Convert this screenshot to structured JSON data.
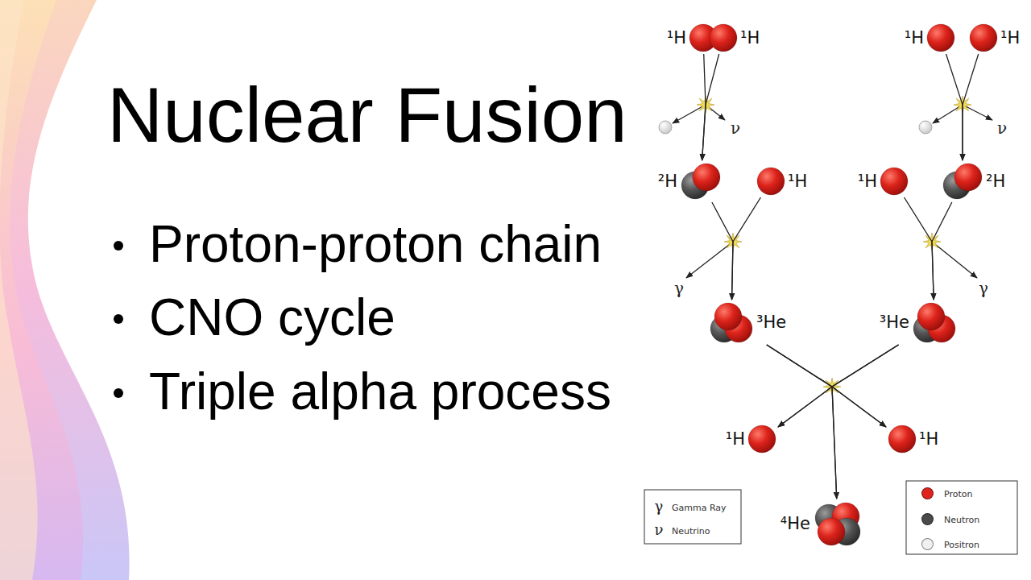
{
  "diagram": {
    "title": "Nuclear Fusion",
    "nodes": [
      {
        "text": [
          "¹H"
        ]
      },
      {
        "text": [
          "¹H"
        ]
      },
      {
        "text": [
          "¹H"
        ]
      },
      {
        "text": [
          "¹H"
        ]
      },
      {
        "text": [
          "²H"
        ]
      },
      {
        "text": [
          "¹H"
        ]
      },
      {
        "text": [
          "¹H"
        ]
      },
      {
        "text": [
          "²H"
        ]
      },
      {
        "text": [
          "³He"
        ]
      },
      {
        "text": [
          "³He"
        ]
      },
      {
        "text": [
          "¹H"
        ]
      },
      {
        "text": [
          "¹H"
        ]
      },
      {
        "text": [
          "⁴He"
        ]
      }
    ],
    "edges": [
      {
        "from": 0,
        "to": 4,
        "arrow": "to"
      },
      {
        "from": 1,
        "to": 4,
        "arrow": "to"
      },
      {
        "from": 2,
        "to": 7,
        "arrow": "to"
      },
      {
        "from": 3,
        "to": 7,
        "arrow": "to"
      },
      {
        "from": 4,
        "to": 8,
        "arrow": "to"
      },
      {
        "from": 5,
        "to": 8,
        "arrow": "to"
      },
      {
        "from": 6,
        "to": 9,
        "arrow": "to"
      },
      {
        "from": 7,
        "to": 9,
        "arrow": "to"
      },
      {
        "from": 8,
        "to": 10,
        "arrow": "to"
      },
      {
        "from": 8,
        "to": 11,
        "arrow": "to"
      },
      {
        "from": 8,
        "to": 12,
        "arrow": "to"
      },
      {
        "from": 9,
        "to": 10,
        "arrow": "to"
      },
      {
        "from": 9,
        "to": 11,
        "arrow": "to"
      },
      {
        "from": 9,
        "to": 12,
        "arrow": "to"
      }
    ],
    "labels": [
      "Proton-proton chain",
      "CNO cycle",
      "Triple alpha process",
      "ν",
      "ν",
      "γ",
      "γ",
      "γ",
      "ν"
    ],
    "legend": [
      {
        "text": "Gamma Ray"
      },
      {
        "text": "Neutrino"
      },
      {
        "text": "Proton",
        "color": "#e0231d"
      },
      {
        "text": "Neutron",
        "color": "#4a4a4a"
      },
      {
        "text": "Positron",
        "color": "#f0f0f0"
      }
    ]
  }
}
